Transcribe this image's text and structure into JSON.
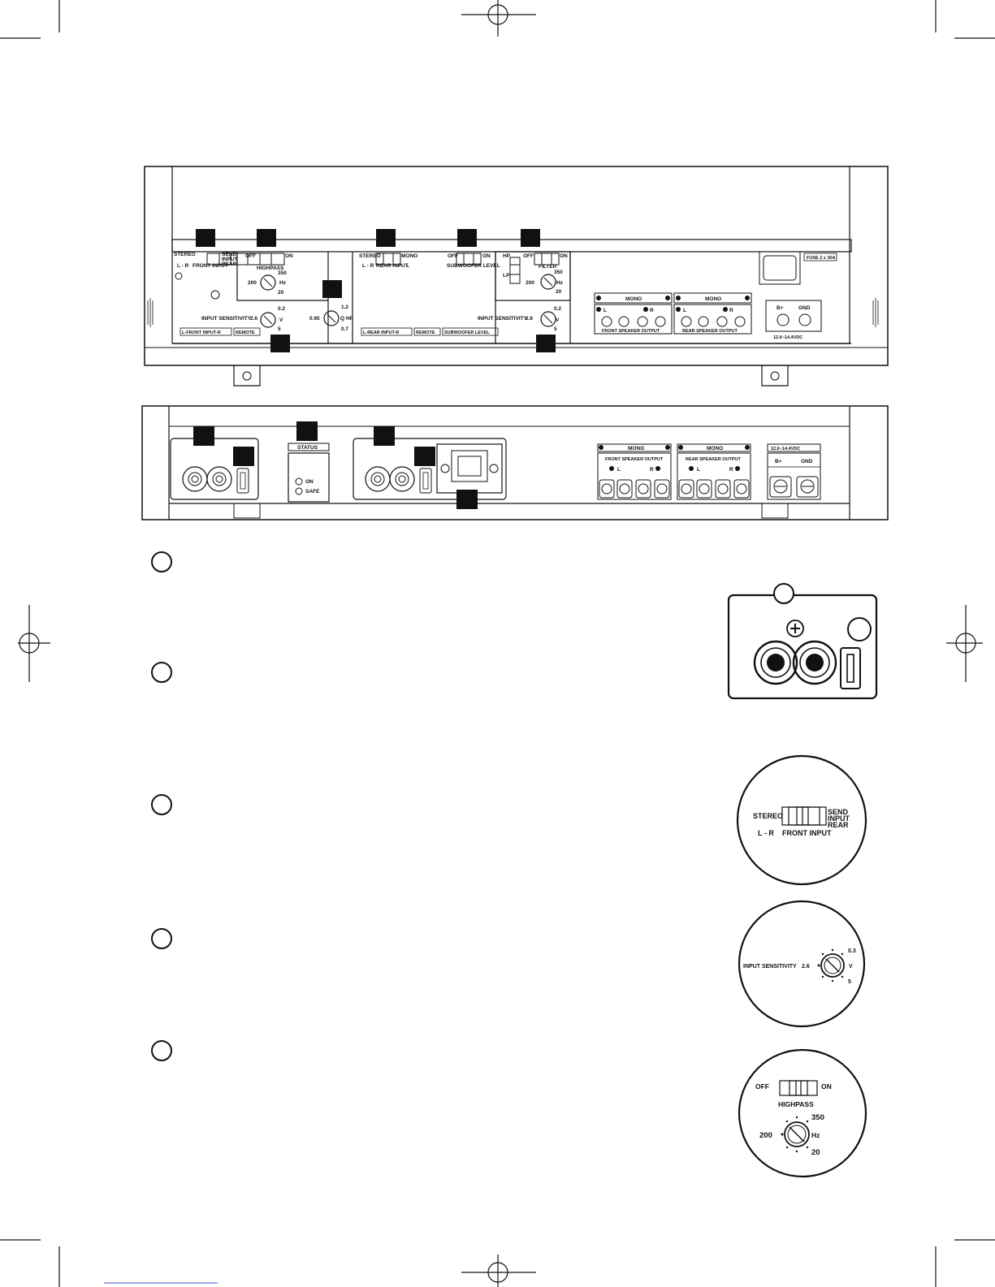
{
  "top_panel": {
    "stereo": "STEREO",
    "send_input_rear": [
      "SEND",
      "INPUT",
      "REAR"
    ],
    "l_r": "L - R",
    "front_input": "FRONT INPUT",
    "off": "OFF",
    "on": "ON",
    "highpass": "HIGHPASS",
    "hp_350": "350",
    "hp_200": "200",
    "hz": "Hz",
    "hp_20": "20",
    "input_sensitivity": "INPUT SENSITIVITY",
    "sens_26": "2.6",
    "sens_02": "0.2",
    "sens_v": "V",
    "sens_5": "5",
    "q_12": "1.2",
    "q_095": "0.95",
    "q_hp": "Q HP",
    "q_07": "0.7",
    "l_front_input_r": "L-FRONT INPUT-R",
    "remote": "REMOTE",
    "mono": "MONO",
    "rear_input": "REAR INPUT",
    "l": "L",
    "subwoofer_level": "SUBWOOFER LEVEL",
    "l_rear_input_r": "L-REAR INPUT-R",
    "hp": "HP",
    "lp": "LP",
    "filter": "FILTER",
    "fuse": "FUSE 2 x 30A",
    "mono_label": "MONO",
    "left": "L",
    "right": "R",
    "front_speaker_output": "FRONT SPEAKER OUTPUT",
    "rear_speaker_output": "REAR SPEAKER OUTPUT",
    "b_plus": "B+",
    "gnd": "GND",
    "voltage": "12.6~14.4VDC"
  },
  "bottom_panel": {
    "status": "STATUS",
    "on": "ON",
    "safe": "SAFE",
    "mono_label": "MONO",
    "front_speaker_output": "FRONT SPEAKER OUTPUT",
    "rear_speaker_output": "REAR SPEAKER OUTPUT",
    "left": "L",
    "right": "R",
    "voltage": "12.6~14.4VDC",
    "b_plus": "B+",
    "gnd": "GND"
  },
  "zoom_input_mode": {
    "stereo": "STEREO",
    "send_input_rear": [
      "SEND",
      "INPUT",
      "REAR"
    ],
    "l_r": "L - R",
    "front_input": "FRONT INPUT"
  },
  "zoom_sensitivity": {
    "input_sensitivity": "INPUT SENSITIVITY",
    "sens_26": "2.6",
    "sens_03": "0.3",
    "sens_v": "V",
    "sens_5": "5"
  },
  "zoom_highpass": {
    "off": "OFF",
    "on": "ON",
    "highpass": "HIGHPASS",
    "hp_350": "350",
    "hp_200": "200",
    "hz": "Hz",
    "hp_20": "20"
  }
}
